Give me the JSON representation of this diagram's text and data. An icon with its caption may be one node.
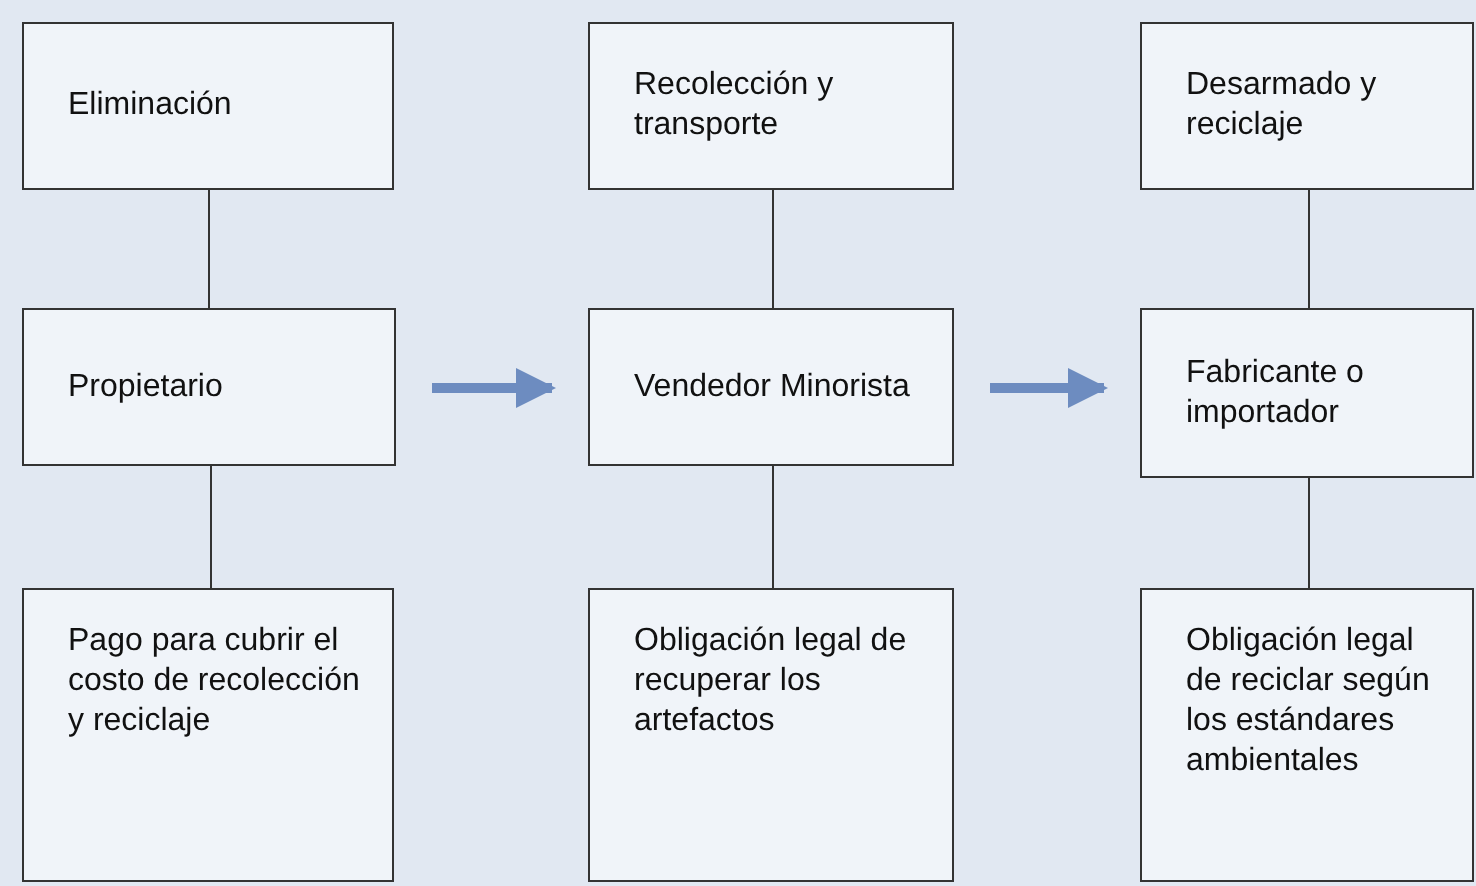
{
  "diagram": {
    "nodes": [
      {
        "text": [
          "Eliminación"
        ]
      },
      {
        "text": [
          "Recolección y transporte"
        ]
      },
      {
        "text": [
          "Desarmado y reciclaje"
        ]
      },
      {
        "text": [
          "Propietario"
        ]
      },
      {
        "text": [
          "Vendedor Minorista"
        ]
      },
      {
        "text": [
          "Fabricante o importador"
        ]
      },
      {
        "text": [
          "Pago para cubrir el costo de recolección y reciclaje"
        ]
      },
      {
        "text": [
          "Obligación legal de recuperar los artefactos"
        ]
      },
      {
        "text": [
          "Obligación legal de reciclar según los estándares ambientales"
        ]
      }
    ],
    "edges": [
      {
        "from": 0,
        "to": 3,
        "arrow": "none"
      },
      {
        "from": 3,
        "to": 6,
        "arrow": "none"
      },
      {
        "from": 1,
        "to": 4,
        "arrow": "none"
      },
      {
        "from": 4,
        "to": 7,
        "arrow": "none"
      },
      {
        "from": 2,
        "to": 5,
        "arrow": "none"
      },
      {
        "from": 5,
        "to": 8,
        "arrow": "none"
      },
      {
        "from": 3,
        "to": 4,
        "arrow": "to",
        "style": "thick",
        "color": "#6d8cc0"
      },
      {
        "from": 4,
        "to": 5,
        "arrow": "to",
        "style": "thick",
        "color": "#6d8cc0"
      }
    ]
  }
}
